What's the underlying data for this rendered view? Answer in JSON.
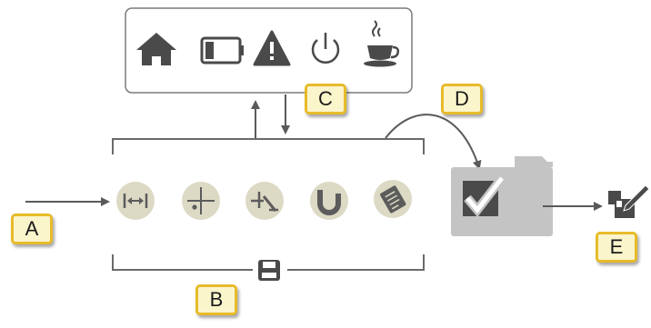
{
  "callouts": {
    "a": "A",
    "b": "B",
    "c": "C",
    "d": "D",
    "e": "E"
  },
  "status_icons": [
    "home-icon",
    "battery-icon",
    "warning-icon",
    "power-icon",
    "coffee-cup-icon"
  ],
  "tool_icons": [
    "distance-measure-icon",
    "crosshair-point-icon",
    "level-offset-icon",
    "magnet-icon",
    "notes-icon"
  ],
  "colors": {
    "icon_dark": "#4a4a4a",
    "circle_fill": "#dcd9c4",
    "circle_icon": "#5c5c5c",
    "line": "#6a6a6a",
    "folder": "#c4c4c4",
    "callout_fill": "#fbf5cc",
    "callout_border": "#e7bb2a"
  }
}
